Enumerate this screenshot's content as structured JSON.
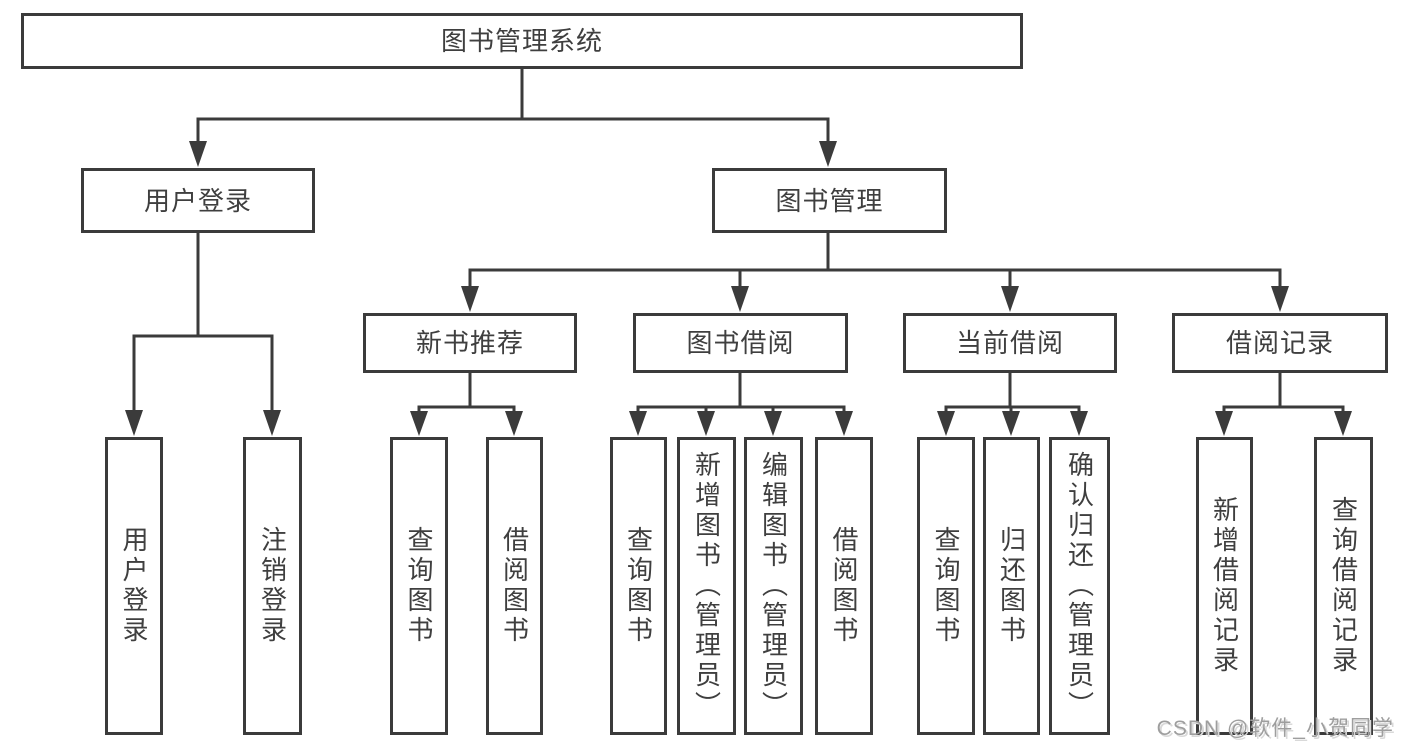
{
  "diagram": {
    "title": "图书管理系统",
    "type": "feature-tree",
    "colors": {
      "line": "#3b3b3b",
      "box_border": "#3b3b3b",
      "text": "#3f3f3f",
      "watermark": "#9e9e9e",
      "background": "#ffffff"
    },
    "nodes": {
      "root": {
        "label": "图书管理系统"
      },
      "level2": [
        {
          "label": "用户登录"
        },
        {
          "label": "图书管理"
        }
      ],
      "level3": [
        {
          "label": "新书推荐"
        },
        {
          "label": "图书借阅"
        },
        {
          "label": "当前借阅"
        },
        {
          "label": "借阅记录"
        }
      ],
      "leaves": [
        {
          "label": "用户登录"
        },
        {
          "label": "注销登录"
        },
        {
          "label": "查询图书"
        },
        {
          "label": "借阅图书"
        },
        {
          "label": "查询图书"
        },
        {
          "label": "新增图书（管理员）"
        },
        {
          "label": "编辑图书（管理员）"
        },
        {
          "label": "借阅图书"
        },
        {
          "label": "查询图书"
        },
        {
          "label": "归还图书"
        },
        {
          "label": "确认归还（管理员）"
        },
        {
          "label": "新增借阅记录"
        },
        {
          "label": "查询借阅记录"
        }
      ]
    },
    "hierarchy": {
      "图书管理系统": {
        "用户登录": [
          "用户登录",
          "注销登录"
        ],
        "图书管理": {
          "新书推荐": [
            "查询图书",
            "借阅图书"
          ],
          "图书借阅": [
            "查询图书",
            "新增图书（管理员）",
            "编辑图书（管理员）",
            "借阅图书"
          ],
          "当前借阅": [
            "查询图书",
            "归还图书",
            "确认归还（管理员）"
          ],
          "借阅记录": [
            "新增借阅记录",
            "查询借阅记录"
          ]
        }
      }
    }
  },
  "watermark": {
    "text": "CSDN @软件_小贺同学"
  }
}
